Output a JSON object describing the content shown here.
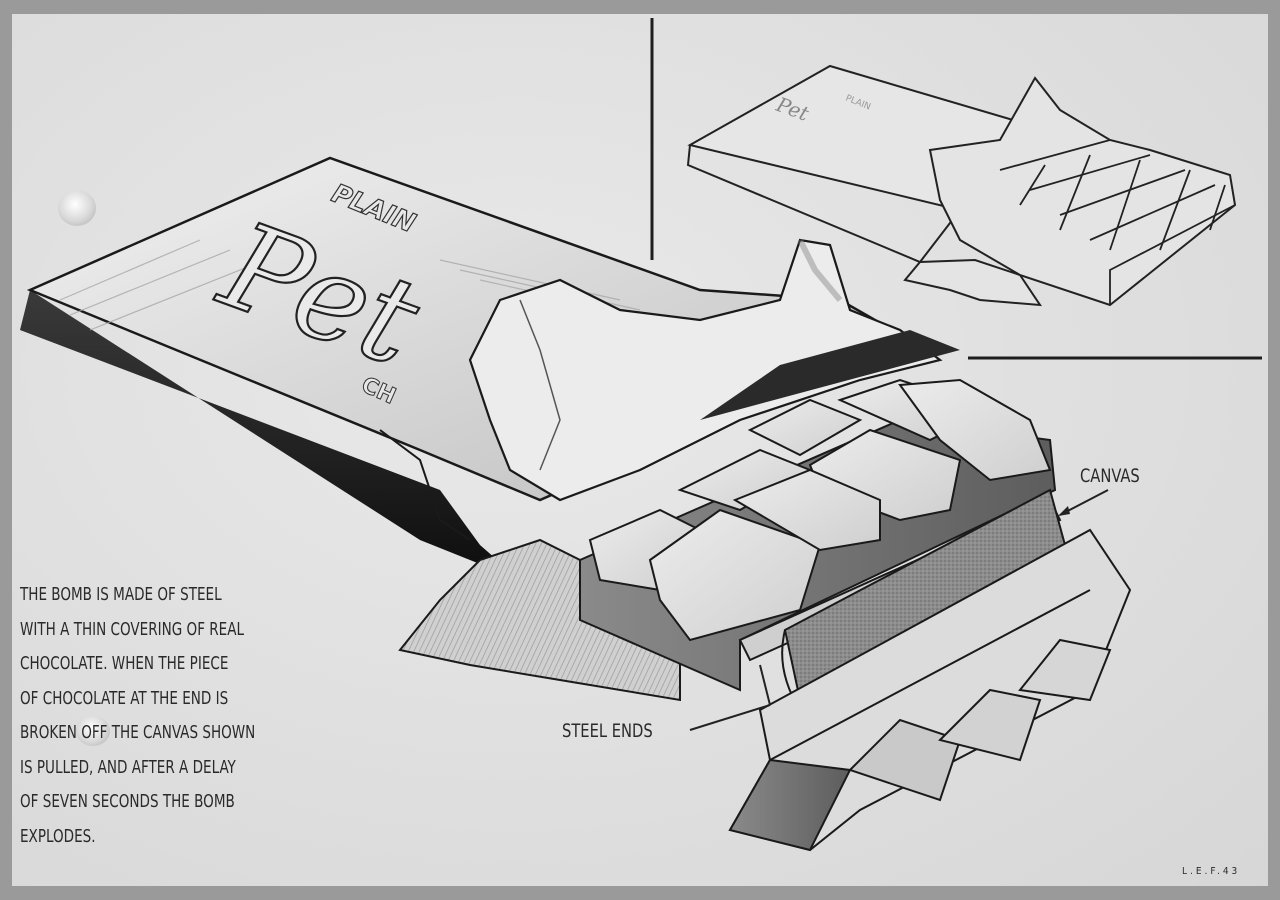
{
  "illustration": {
    "brand_top_text": "PLAIN",
    "brand_name": "Pet",
    "brand_bottom_text": "CH",
    "inset_brand_top_text": "PLAIN",
    "inset_brand_name": "Pet"
  },
  "labels": {
    "canvas": "CANVAS",
    "steel_ends": "STEEL ENDS"
  },
  "description": {
    "lines": [
      "THE BOMB IS MADE OF STEEL",
      "WITH A THIN COVERING OF REAL",
      "CHOCOLATE. WHEN THE PIECE",
      "OF CHOCOLATE AT THE END IS",
      "BROKEN OFF THE CANVAS SHOWN",
      "IS PULLED, AND AFTER A DELAY",
      "OF SEVEN SECONDS THE BOMB",
      "EXPLODES."
    ]
  },
  "signature": "L.E.F.43",
  "colors": {
    "paper": "#e2e2e2",
    "ink": "#1e1e1e",
    "border": "#9a9a9a"
  }
}
